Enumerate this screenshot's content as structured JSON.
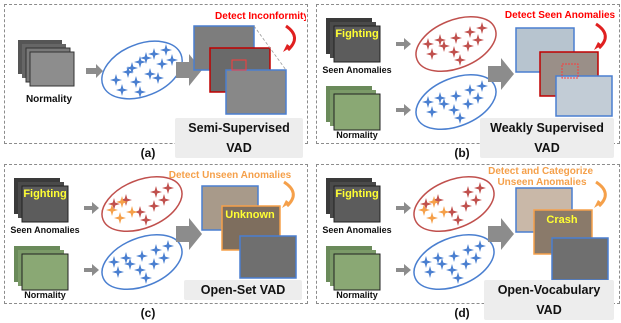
{
  "panels": [
    {
      "id": "a",
      "label": "(a)",
      "title": "Semi-Supervised VAD",
      "detect": "Detect Inconformity",
      "inputs": [
        "Normality"
      ],
      "frame_tag": "",
      "colors": {
        "detect": "#ff0000",
        "arrow": "#e02020"
      }
    },
    {
      "id": "b",
      "label": "(b)",
      "title": "Weakly Supervised VAD",
      "detect": "Detect Seen Anomalies",
      "inputs": [
        "Seen Anomalies",
        "Normality"
      ],
      "frame_tag": "Fighting",
      "colors": {
        "detect": "#ff0000",
        "arrow": "#e02020"
      }
    },
    {
      "id": "c",
      "label": "(c)",
      "title": "Open-Set VAD",
      "detect": "Detect Unseen Anomalies",
      "inputs": [
        "Seen Anomalies",
        "Normality"
      ],
      "frame_tag": "Fighting",
      "result_tag": "Unknown",
      "colors": {
        "detect": "#f5a04a",
        "arrow": "#f5a04a"
      }
    },
    {
      "id": "d",
      "label": "(d)",
      "title": "Open-Vocabulary VAD",
      "detect": "Detect and Categorize Unseen Anomalies",
      "inputs": [
        "Seen Anomalies",
        "Normality"
      ],
      "frame_tag": "Fighting",
      "result_tag": "Crash",
      "colors": {
        "detect": "#f5a04a",
        "arrow": "#f5a04a"
      }
    }
  ],
  "colors": {
    "normal": "#4a7fd0",
    "seen": "#c0504d",
    "unseen": "#f5a04a",
    "gray_arrow": "#8c8c8c"
  }
}
